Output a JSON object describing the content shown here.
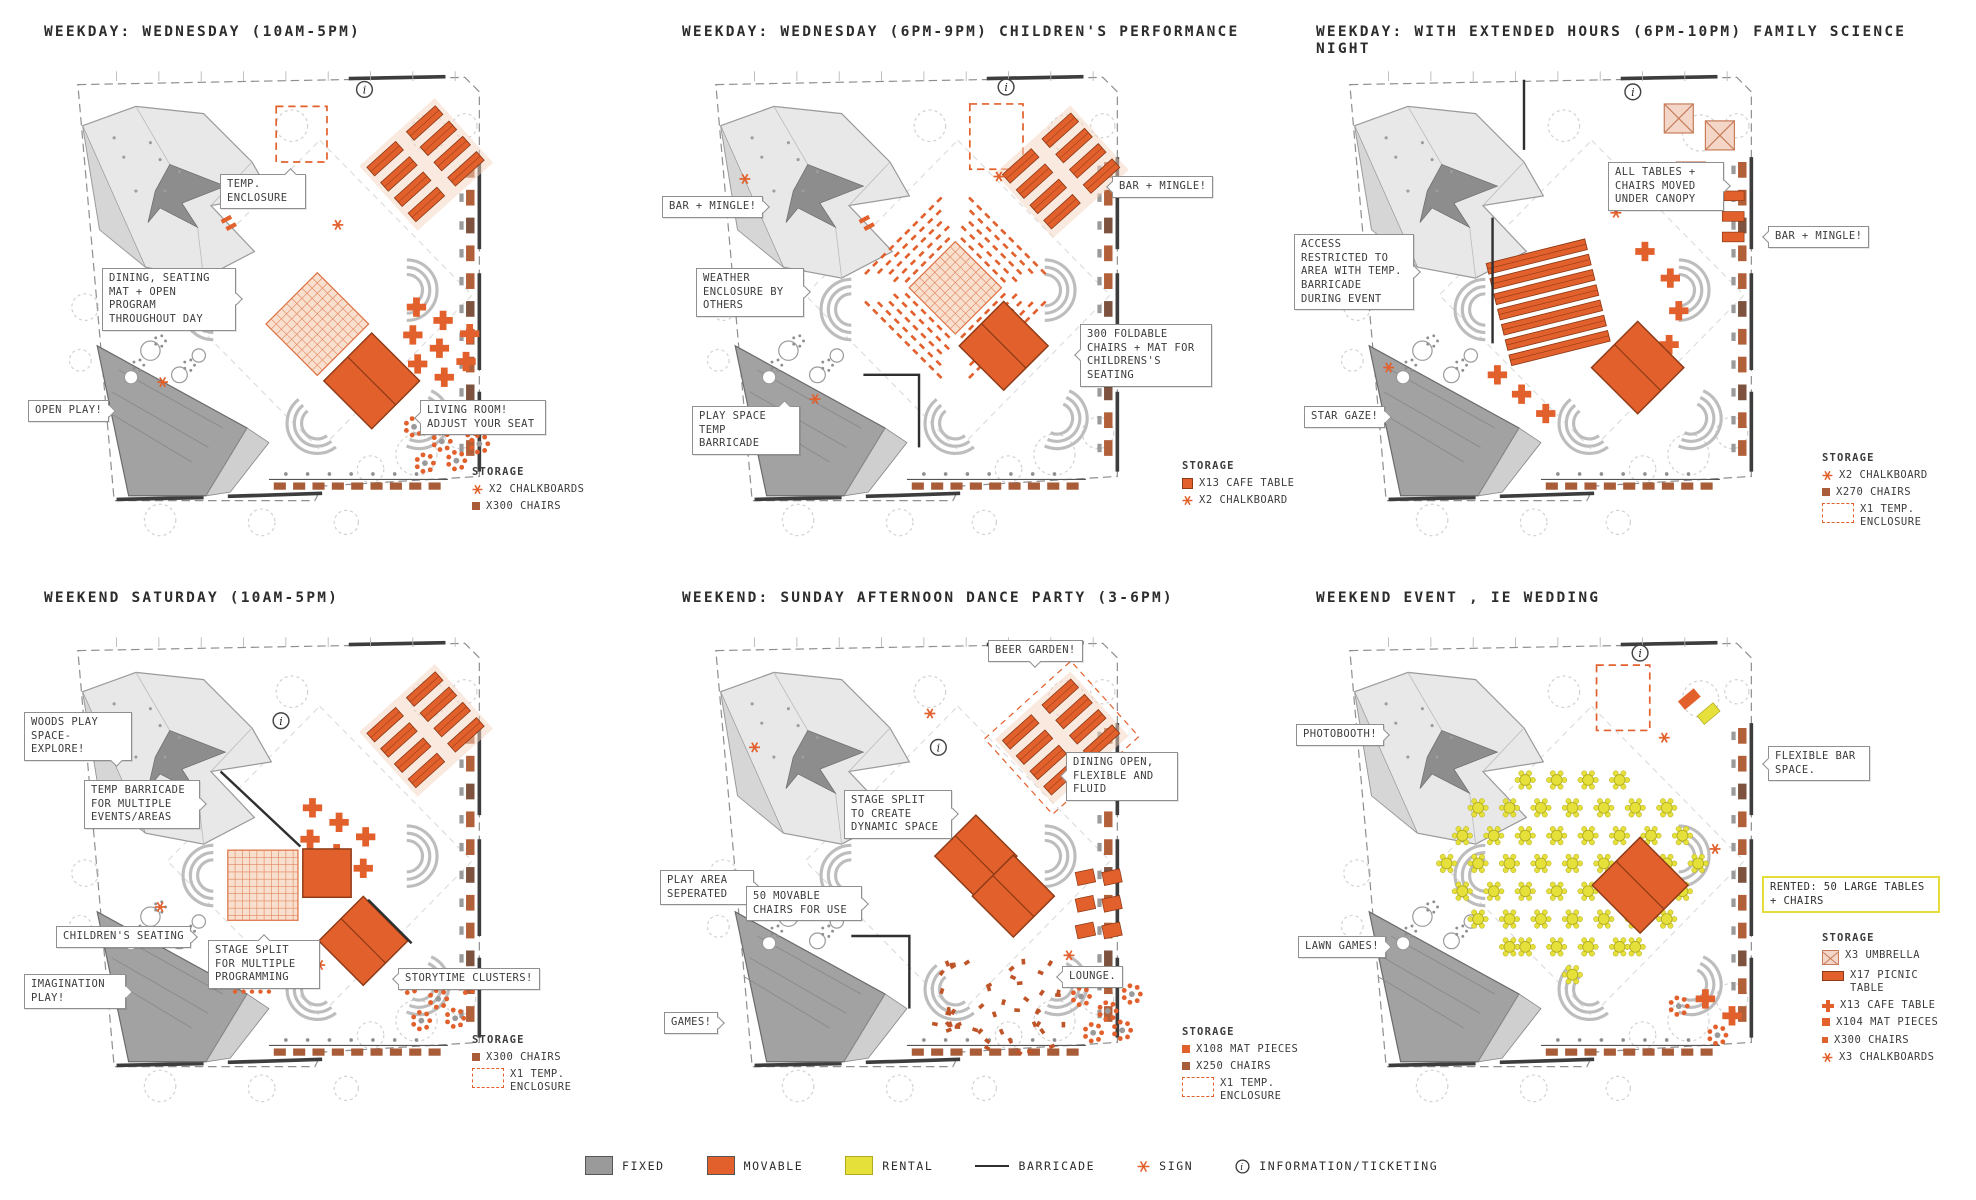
{
  "colors": {
    "fixed": "#9a9a9a",
    "movable": "#e2602c",
    "rental": "#e5e03a",
    "barricade": "#2f2f2f",
    "sign": "#e2602c",
    "picnic_zone": "#f3d3c0",
    "chair_brown": "#a85c38"
  },
  "panels": [
    {
      "id": "weekday-wednesday-10am-5pm",
      "title": "WEEKDAY: WEDNESDAY (10AM-5PM)",
      "callouts": [
        "TEMP. ENCLOSURE",
        "DINING, SEATING MAT + OPEN PROGRAM THROUGHOUT DAY",
        "OPEN PLAY!",
        "LIVING ROOM! ADJUST YOUR SEAT"
      ],
      "storage": {
        "title": "STORAGE",
        "items": [
          {
            "icon": "sign",
            "label": "X2 CHALKBOARDS"
          },
          {
            "icon": "chairs",
            "label": "X300 CHAIRS"
          }
        ]
      }
    },
    {
      "id": "weekday-wednesday-6pm-9pm-childrens-performance",
      "title": "WEEKDAY: WEDNESDAY (6PM-9PM) CHILDREN'S PERFORMANCE",
      "callouts": [
        "BAR + MINGLE!",
        "BAR + MINGLE!",
        "WEATHER ENCLOSURE BY OTHERS",
        "300 FOLDABLE CHAIRS + MAT FOR CHILDRENS'S SEATING",
        "PLAY SPACE TEMP BARRICADE"
      ],
      "storage": {
        "title": "STORAGE",
        "items": [
          {
            "icon": "cafe-square",
            "label": "X13 CAFE TABLE"
          },
          {
            "icon": "sign",
            "label": "X2 CHALKBOARD"
          }
        ]
      }
    },
    {
      "id": "weekday-extended-hours-family-science-night",
      "title": "WEEKDAY: WITH EXTENDED HOURS (6PM-10PM) FAMILY SCIENCE NIGHT",
      "callouts": [
        "ACCESS RESTRICTED TO AREA WITH TEMP. BARRICADE DURING EVENT",
        "ALL TABLES + CHAIRS MOVED UNDER CANOPY",
        "BAR + MINGLE!",
        "STAR GAZE!"
      ],
      "storage": {
        "title": "STORAGE",
        "items": [
          {
            "icon": "sign",
            "label": "X2 CHALKBOARD"
          },
          {
            "icon": "chairs",
            "label": "X270 CHAIRS"
          },
          {
            "icon": "enclosure",
            "label": "X1 TEMP. ENCLOSURE"
          }
        ]
      }
    },
    {
      "id": "weekend-saturday-10am-5pm",
      "title": "WEEKEND SATURDAY (10AM-5PM)",
      "callouts": [
        "WOODS PLAY SPACE- EXPLORE!",
        "TEMP BARRICADE FOR MULTIPLE EVENTS/AREAS",
        "CHILDREN'S SEATING",
        "IMAGINATION PLAY!",
        "STAGE SPLIT FOR MULTIPLE PROGRAMMING",
        "STORYTIME CLUSTERS!"
      ],
      "storage": {
        "title": "STORAGE",
        "items": [
          {
            "icon": "chairs",
            "label": "X300 CHAIRS"
          },
          {
            "icon": "enclosure",
            "label": "X1 TEMP. ENCLOSURE"
          }
        ]
      }
    },
    {
      "id": "weekend-sunday-afternoon-dance-party",
      "title": "WEEKEND: SUNDAY AFTERNOON DANCE PARTY (3-6PM)",
      "callouts": [
        "BEER GARDEN!",
        "DINING OPEN, FLEXIBLE AND FLUID",
        "STAGE SPLIT TO CREATE DYNAMIC SPACE",
        "PLAY AREA SEPERATED",
        "50 MOVABLE CHAIRS FOR USE",
        "GAMES!",
        "LOUNGE."
      ],
      "storage": {
        "title": "STORAGE",
        "items": [
          {
            "icon": "mat",
            "label": "X108 MAT PIECES"
          },
          {
            "icon": "chairs",
            "label": "X250 CHAIRS"
          },
          {
            "icon": "enclosure",
            "label": "X1 TEMP. ENCLOSURE"
          }
        ]
      }
    },
    {
      "id": "weekend-event-ie-wedding",
      "title": "WEEKEND  EVENT , IE WEDDING",
      "callouts": [
        "PHOTOBOOTH!",
        "FLEXIBLE BAR SPACE.",
        "LAWN GAMES!"
      ],
      "rented_note": "RENTED: 50 LARGE TABLES + CHAIRS",
      "storage": {
        "title": "STORAGE",
        "items": [
          {
            "icon": "umbrella",
            "label": "X3 UMBRELLA"
          },
          {
            "icon": "picnic",
            "label": "X17 PICNIC TABLE"
          },
          {
            "icon": "cafe-plus",
            "label": "X13 CAFE TABLE"
          },
          {
            "icon": "mat",
            "label": "X104 MAT PIECES"
          },
          {
            "icon": "chairs-small",
            "label": "X300 CHAIRS"
          },
          {
            "icon": "sign",
            "label": "X3 CHALKBOARDS"
          }
        ]
      }
    }
  ],
  "legend": {
    "items": [
      {
        "key": "fixed",
        "label": "FIXED",
        "color": "#9a9a9a"
      },
      {
        "key": "movable",
        "label": "MOVABLE",
        "color": "#e2602c"
      },
      {
        "key": "rental",
        "label": "RENTAL",
        "color": "#e5e03a"
      },
      {
        "key": "barricade",
        "label": "BARRICADE"
      },
      {
        "key": "sign",
        "label": "SIGN"
      },
      {
        "key": "info",
        "label": "INFORMATION/TICKETING"
      }
    ]
  }
}
